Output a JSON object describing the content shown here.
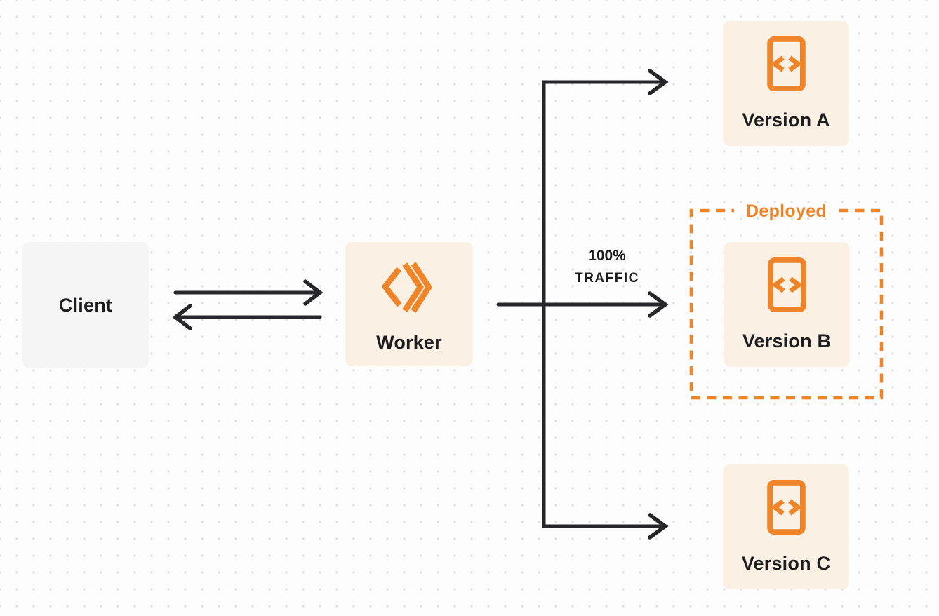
{
  "nodes": {
    "client": {
      "label": "Client"
    },
    "worker": {
      "label": "Worker"
    },
    "versions": [
      {
        "label": "Version A"
      },
      {
        "label": "Version B"
      },
      {
        "label": "Version C"
      }
    ]
  },
  "annotations": {
    "deployed": "Deployed",
    "traffic_line1": "100%",
    "traffic_line2": "TRAFFIC"
  },
  "icons": {
    "worker": "workers-logo-icon",
    "version": "code-file-icon"
  },
  "colors": {
    "accent_orange": "#EF8428",
    "cream_fill": "#FAF0E3",
    "gray_fill": "#F5F5F6",
    "arrow_dark": "#27272B",
    "text_dark": "#1D1D1F",
    "background": "#FDFDFD",
    "dot": "#E4E4E8"
  }
}
